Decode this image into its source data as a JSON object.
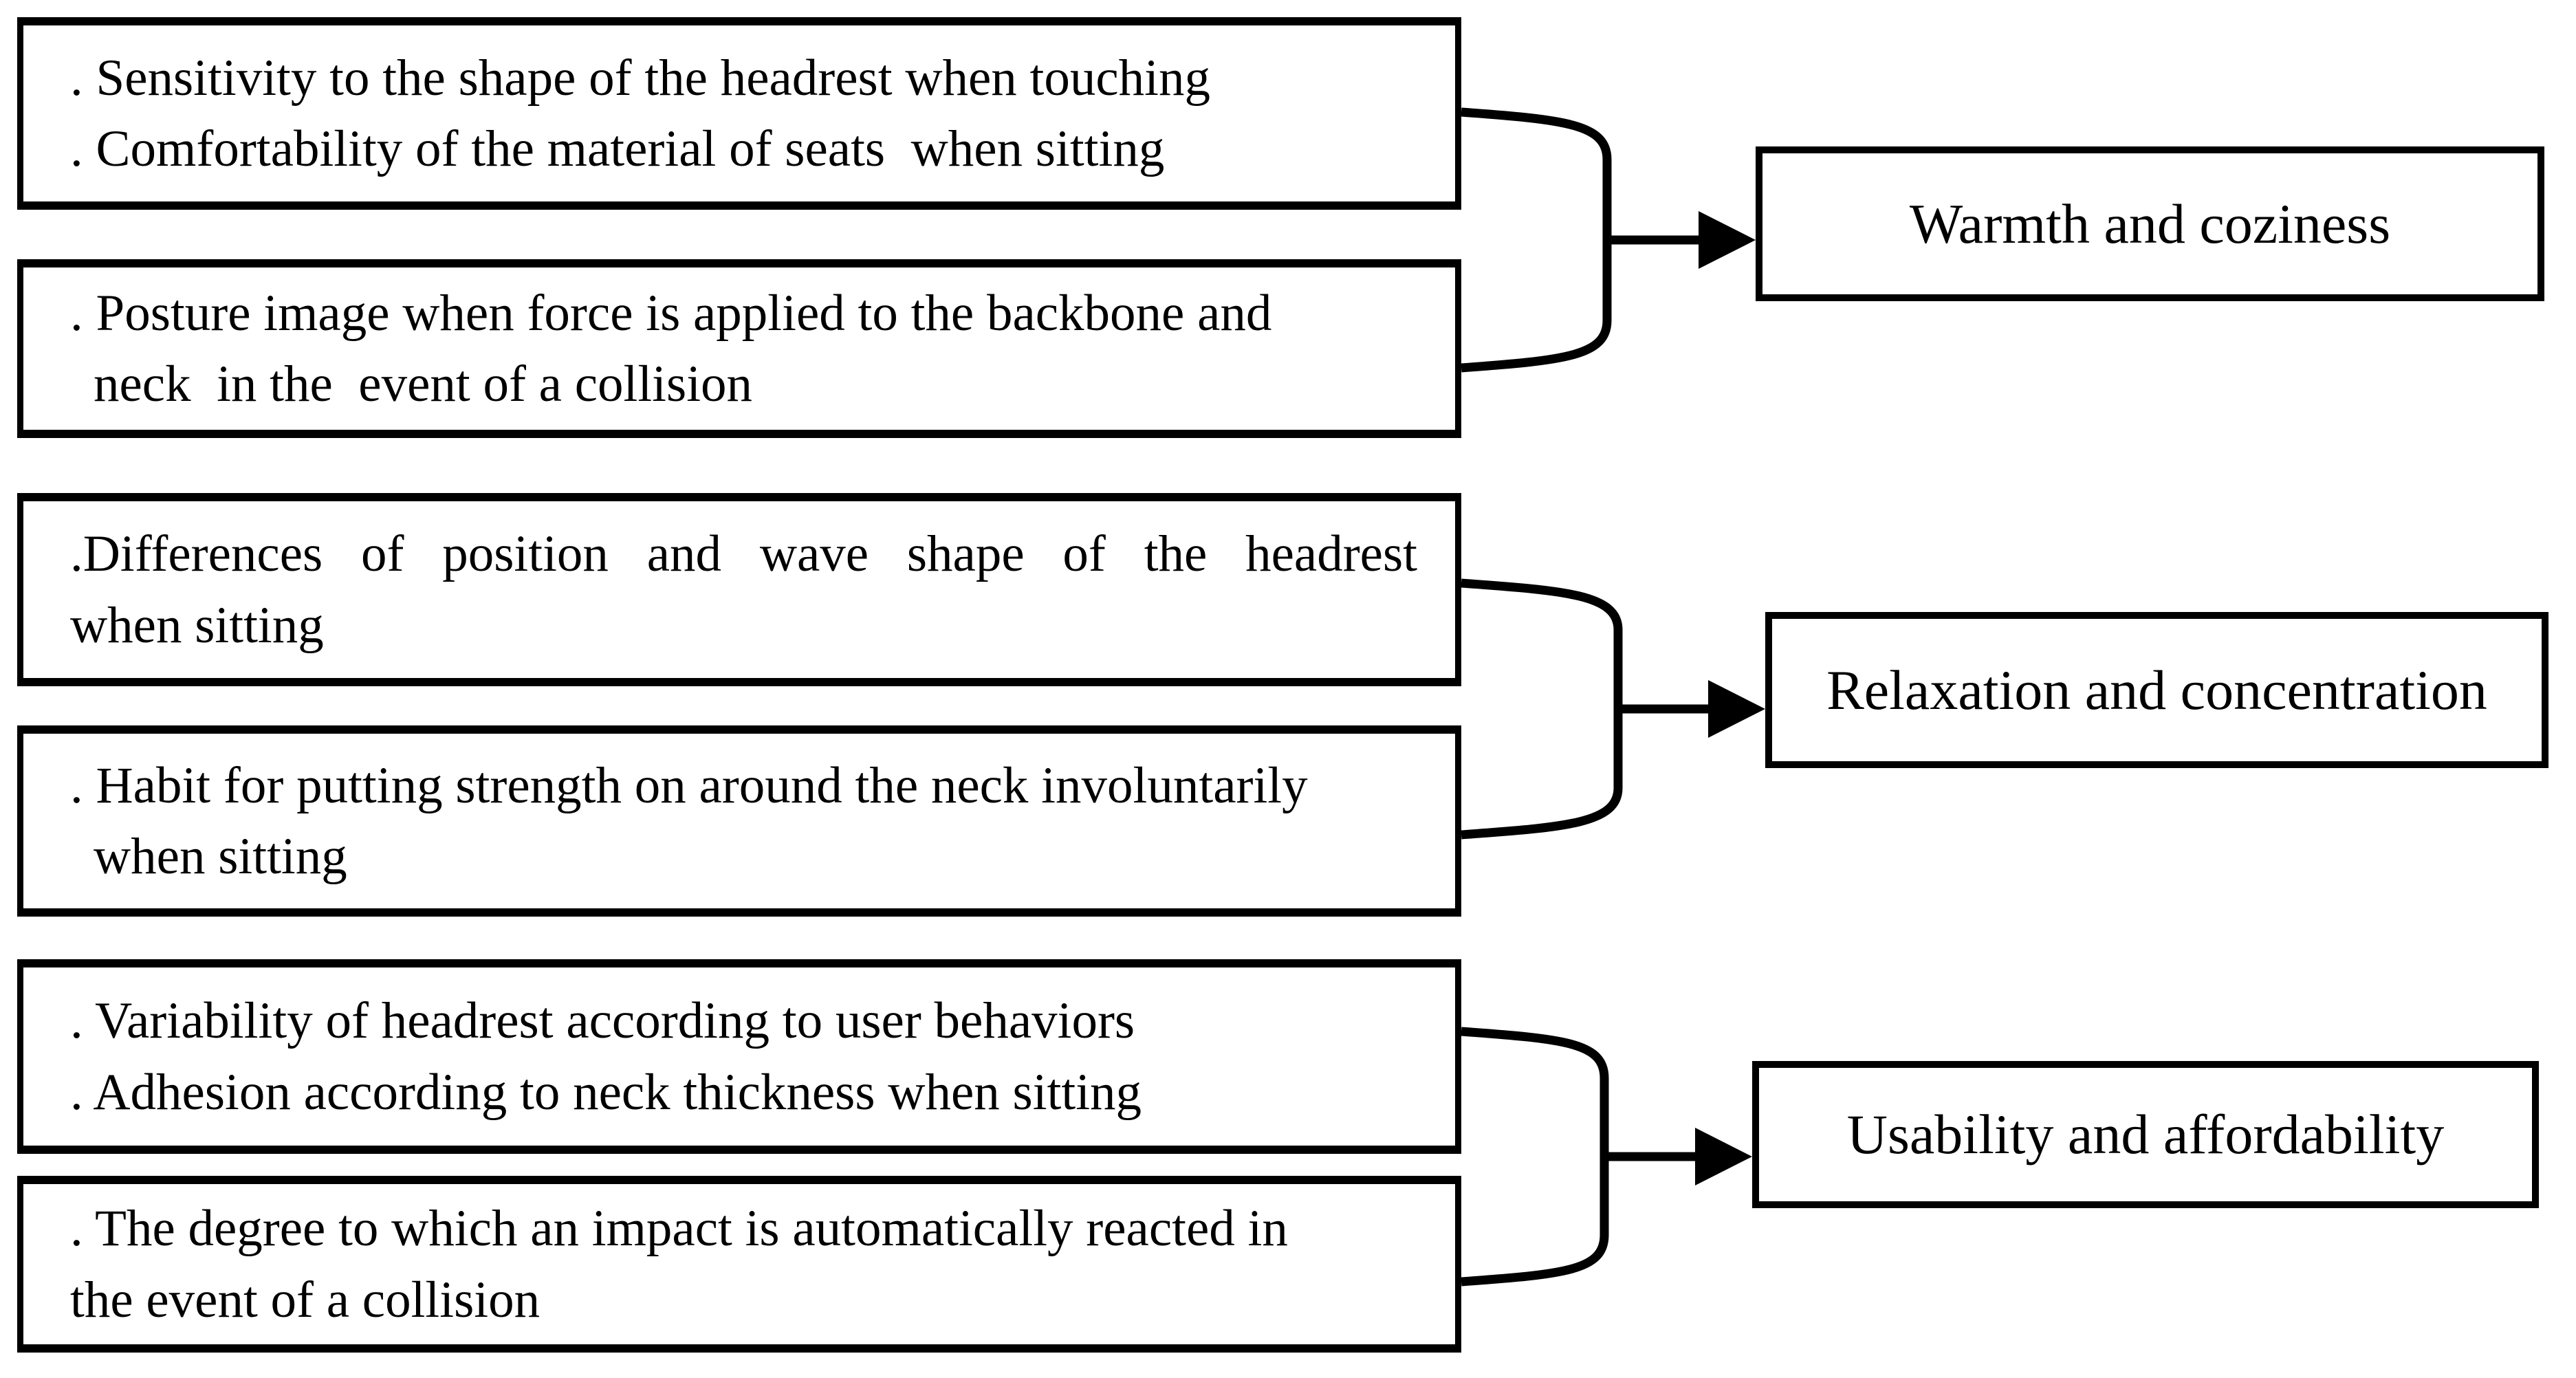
{
  "figure": {
    "background_color": "#ffffff",
    "ink_color": "#000000",
    "groups": [
      {
        "sources": [
          {
            "lines": [
              ". Sensitivity to the shape of the headrest when touching",
              ". Comfortability of the material of seats  when sitting"
            ]
          },
          {
            "lines": [
              ". Posture image when force is applied to the backbone and",
              "neck  in the  event of a collision"
            ]
          }
        ],
        "target": "Warmth and coziness"
      },
      {
        "sources": [
          {
            "lines": [
              ".Differences of position and wave shape of the headrest",
              "when sitting"
            ]
          },
          {
            "lines": [
              ". Habit for putting strength on around the neck involuntarily",
              "when sitting"
            ]
          }
        ],
        "target": "Relaxation and concentration"
      },
      {
        "sources": [
          {
            "lines": [
              ". Variability of headrest according to user behaviors",
              ". Adhesion according to neck thickness when sitting"
            ]
          },
          {
            "lines": [
              ". The degree to which an impact is automatically reacted in",
              "the event of a collision"
            ]
          }
        ],
        "target": "Usability and affordability"
      }
    ]
  }
}
